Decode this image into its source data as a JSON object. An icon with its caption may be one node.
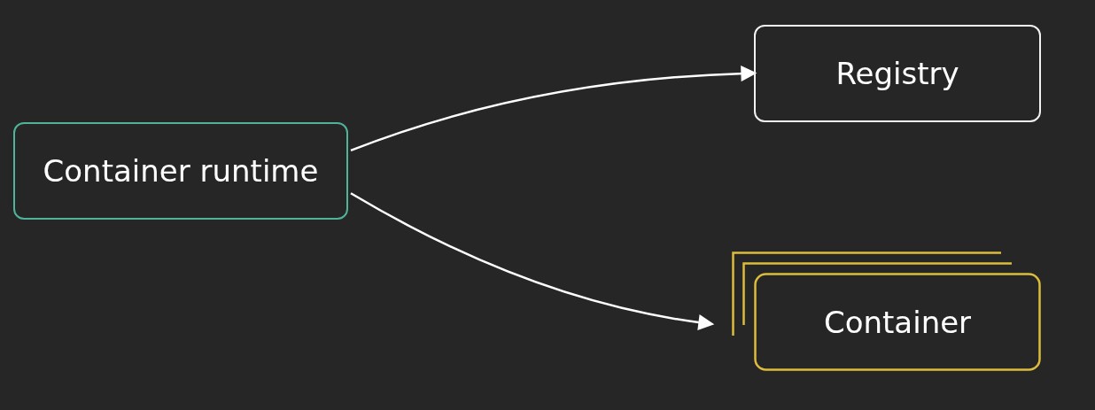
{
  "diagram": {
    "nodes": [
      {
        "text": [
          "Container runtime"
        ]
      },
      {
        "text": [
          "Registry"
        ]
      },
      {
        "text": [
          "Container"
        ]
      }
    ],
    "edges": [
      {
        "from": 0,
        "to": 1,
        "arrow": "to"
      },
      {
        "from": 0,
        "to": 2,
        "arrow": "to"
      }
    ]
  }
}
